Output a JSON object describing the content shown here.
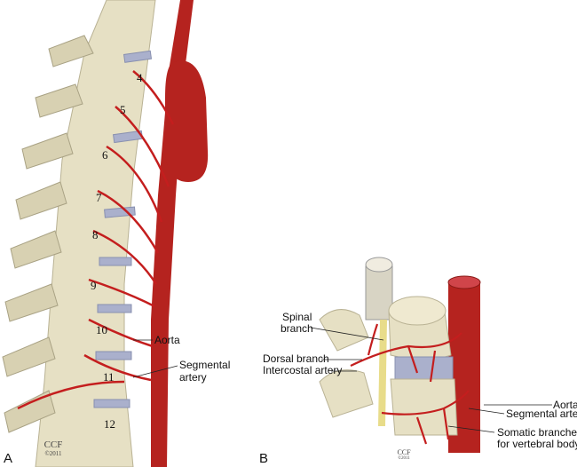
{
  "panel_a": {
    "letter": "A",
    "vertebra_numbers": [
      "4",
      "5",
      "6",
      "7",
      "8",
      "9",
      "10",
      "11",
      "12"
    ],
    "labels": {
      "aorta": "Aorta",
      "segmental_artery": [
        "Segmental",
        "artery"
      ]
    },
    "signature": {
      "credit": "CCF",
      "year": "©2011"
    }
  },
  "panel_b": {
    "letter": "B",
    "labels": {
      "spinal_branch": [
        "Spinal",
        "branch"
      ],
      "dorsal_branch": "Dorsal branch",
      "intercostal_artery": "Intercostal artery",
      "aorta": "Aorta",
      "segmental_artery": "Segmental artery",
      "somatic_branches": [
        "Somatic branches",
        "for vertebral body"
      ]
    },
    "signature": {
      "credit": "CCF",
      "year": "©2011"
    }
  },
  "colors": {
    "bone": "#e6e0c4",
    "bone_shadow": "#b9b294",
    "artery": "#c41e1e",
    "aorta": "#b5231f",
    "disc": "#aab0cc",
    "nerve": "#e8dc8a"
  }
}
